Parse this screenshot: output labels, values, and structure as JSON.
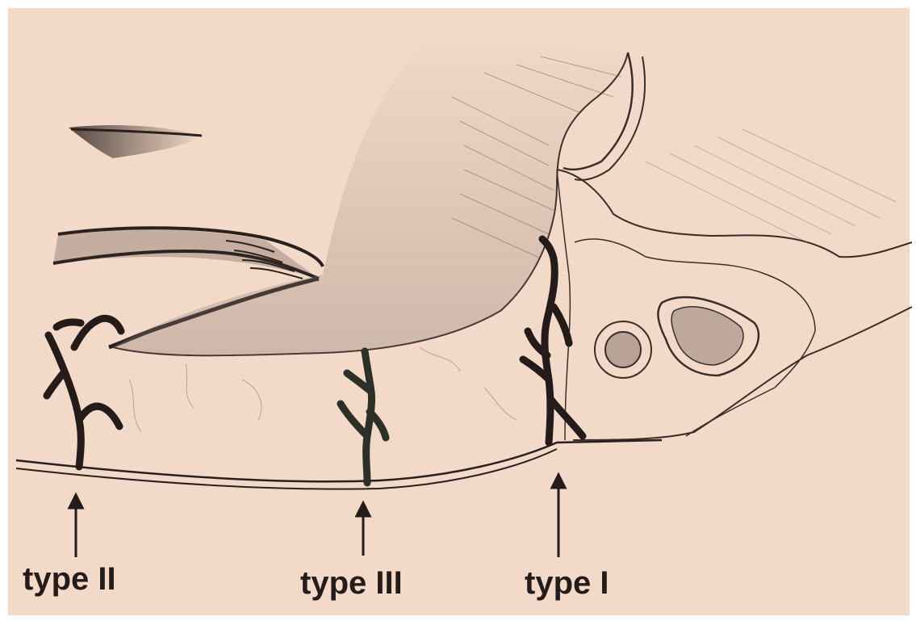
{
  "figure": {
    "labels": {
      "type_ii": "type II",
      "type_iii": "type III",
      "type_i": "type I"
    },
    "colors": {
      "paper": "#f3d9c7",
      "border": "#ffffff",
      "ink": "#231c1a",
      "shade": "#5a4a45",
      "vessel": "#2c2724"
    }
  }
}
